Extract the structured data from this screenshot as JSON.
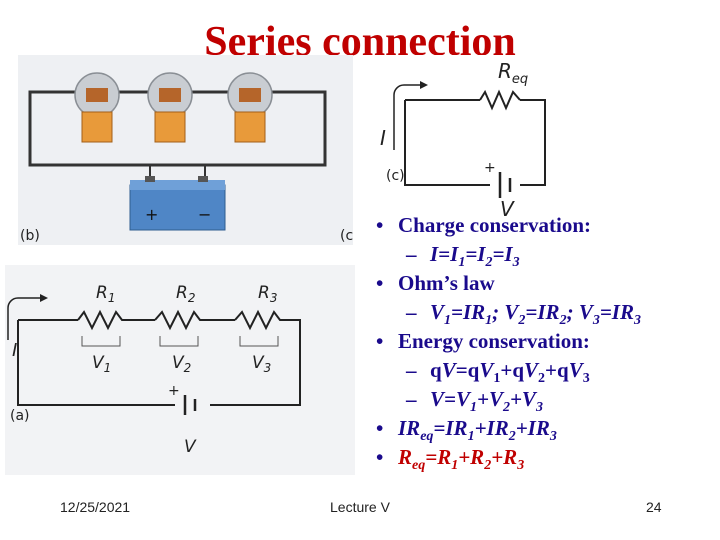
{
  "title": "Series connection",
  "figure": {
    "label_b": "(b)",
    "label_c_cut": "(c",
    "label_a": "(a)",
    "label_c": "(c)",
    "r1": "R",
    "r1_sub": "1",
    "r2": "R",
    "r2_sub": "2",
    "r3": "R",
    "r3_sub": "3",
    "v1": "V",
    "v1_sub": "1",
    "v2": "V",
    "v2_sub": "2",
    "v3": "V",
    "v3_sub": "3",
    "current": "I",
    "battery_v": "V",
    "plus": "+",
    "minus": "−",
    "req": "R",
    "req_sub": "eq"
  },
  "bullets": {
    "charge": "Charge conservation:",
    "ohm": "Ohm’s law",
    "energy": "Energy conservation:"
  },
  "footer": {
    "date": "12/25/2021",
    "center": "Lecture V",
    "page": "24"
  }
}
